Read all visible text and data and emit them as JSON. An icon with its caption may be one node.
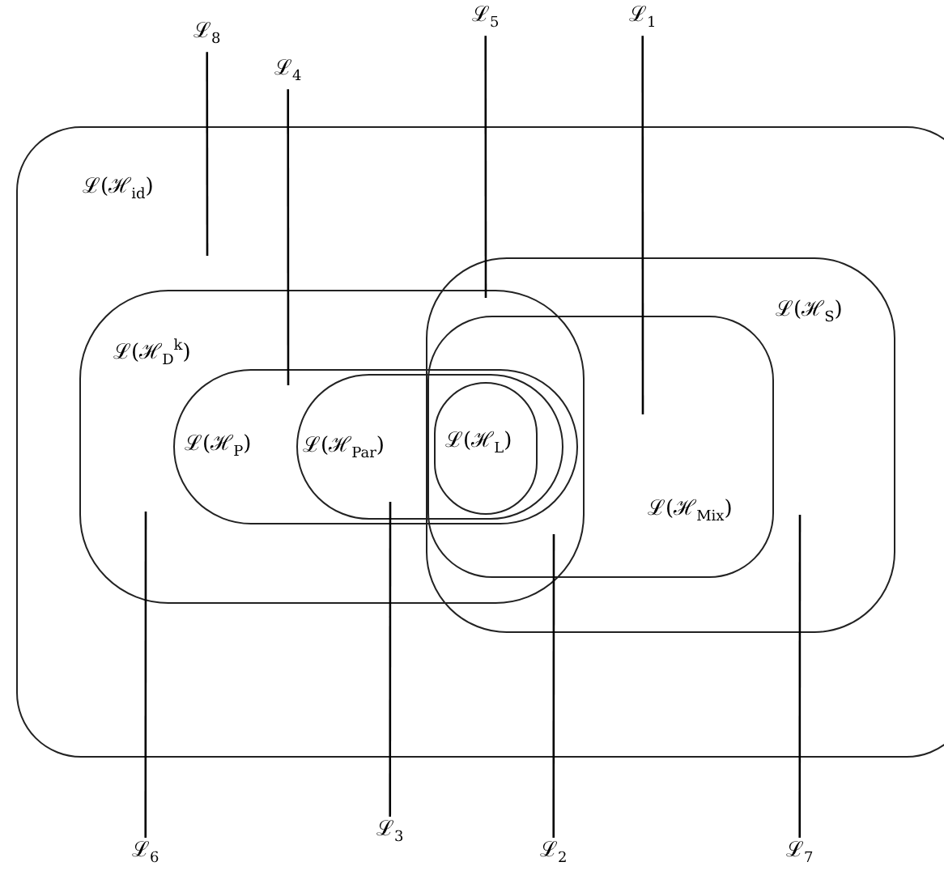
{
  "diagram": {
    "nodes": [
      {
        "text": [
          "ℒ(ℋ$_{id}$)"
        ]
      },
      {
        "text": [
          "ℒ(ℋ$_{D}$$^{k}$)"
        ],
        "in": 0
      },
      {
        "text": [
          "ℒ(ℋ$_{P}$)"
        ],
        "in": 1
      },
      {
        "text": [
          "ℒ(ℋ$_{Par}$)"
        ],
        "in": 2
      },
      {
        "text": [
          "ℒ(ℋ$_{L}$)"
        ]
      },
      {
        "text": [
          "ℒ(ℋ$_{S}$)"
        ],
        "in": 0
      },
      {
        "text": [
          "ℒ(ℋ$_{Mix}$)"
        ],
        "in": 5
      },
      {
        "text": [
          "ℒ$_{8}$"
        ]
      },
      {
        "text": [
          "ℒ$_{4}$"
        ]
      },
      {
        "text": [
          "ℒ$_{5}$"
        ]
      },
      {
        "text": [
          "ℒ$_{1}$"
        ]
      },
      {
        "text": [
          "ℒ$_{6}$"
        ]
      },
      {
        "text": [
          "ℒ$_{3}$"
        ]
      },
      {
        "text": [
          "ℒ$_{2}$"
        ]
      },
      {
        "text": [
          "ℒ$_{7}$"
        ]
      }
    ],
    "edges": [
      {
        "from": 7,
        "to": null,
        "arrow": "none"
      },
      {
        "from": 8,
        "to": 2,
        "arrow": "none"
      },
      {
        "from": 9,
        "to": 5,
        "arrow": "none"
      },
      {
        "from": 10,
        "to": 6,
        "arrow": "none"
      },
      {
        "from": 11,
        "to": null,
        "arrow": "none"
      },
      {
        "from": 12,
        "to": 3,
        "arrow": "none"
      },
      {
        "from": 13,
        "to": 6,
        "arrow": "none"
      },
      {
        "from": 14,
        "to": null,
        "arrow": "none"
      }
    ]
  }
}
